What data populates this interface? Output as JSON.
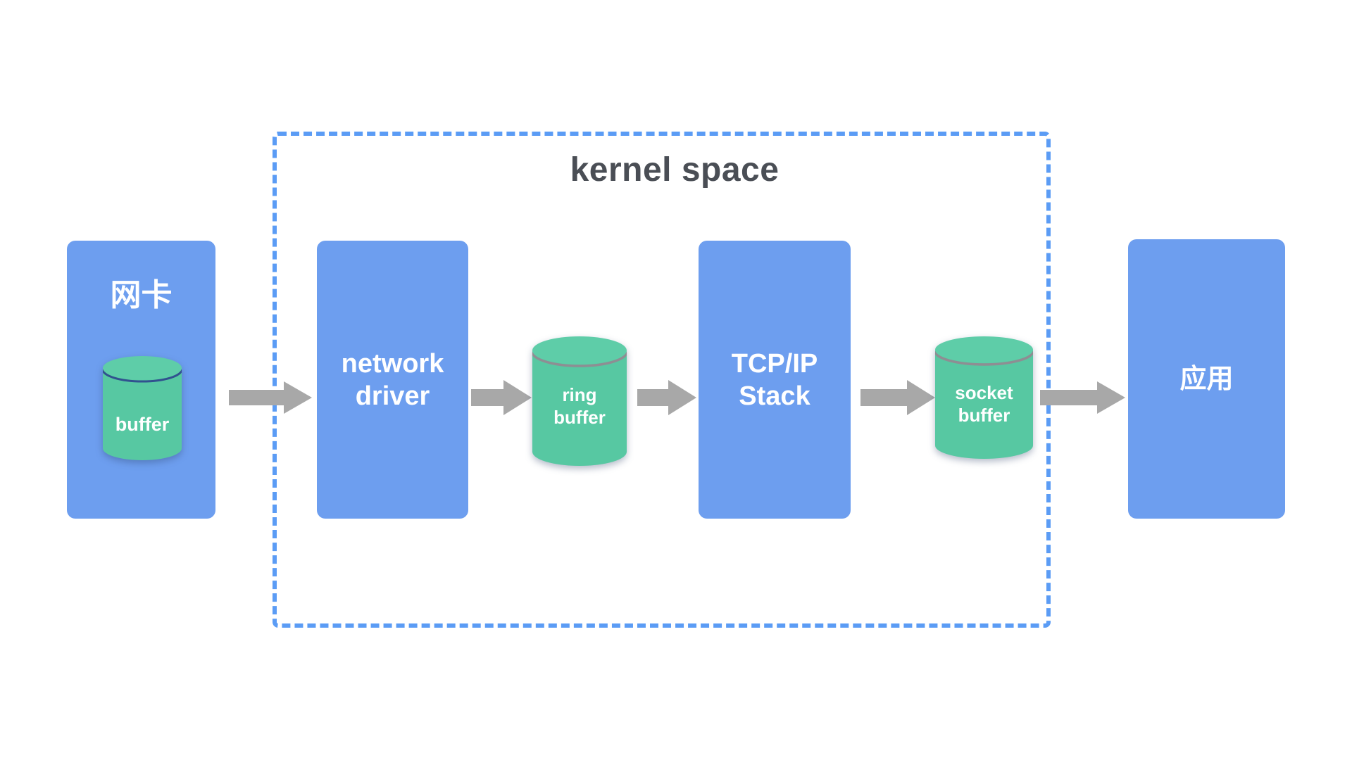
{
  "diagram": {
    "title": "kernel space",
    "nodes": {
      "nic": {
        "label": "网卡",
        "type": "box"
      },
      "nic_buffer": {
        "lines": [
          "buffer"
        ],
        "type": "cylinder"
      },
      "network_driver": {
        "lines": [
          "network",
          "driver"
        ],
        "type": "box"
      },
      "ring_buffer": {
        "lines": [
          "ring",
          "buffer"
        ],
        "type": "cylinder"
      },
      "tcpip_stack": {
        "lines": [
          "TCP/IP",
          "Stack"
        ],
        "type": "box"
      },
      "socket_buffer": {
        "lines": [
          "socket",
          "buffer"
        ],
        "type": "cylinder"
      },
      "app": {
        "label": "应用",
        "type": "box"
      }
    },
    "edges": [
      {
        "from": "nic",
        "to": "network_driver"
      },
      {
        "from": "network_driver",
        "to": "ring_buffer"
      },
      {
        "from": "ring_buffer",
        "to": "tcpip_stack"
      },
      {
        "from": "tcpip_stack",
        "to": "socket_buffer"
      },
      {
        "from": "socket_buffer",
        "to": "app"
      }
    ],
    "colors": {
      "box_blue": "#6d9eef",
      "cylinder_green": "#57c8a2",
      "cylinder_green_top": "#5ecda8",
      "cylinder_rim_navy": "#31518f",
      "cylinder_rim_gray": "#8e8e93",
      "arrow_gray": "#a8a8a8",
      "dashed_border_blue": "#5b9cf5",
      "title_gray": "#4a4e55",
      "label_white": "#ffffff",
      "background": "#ffffff"
    }
  }
}
